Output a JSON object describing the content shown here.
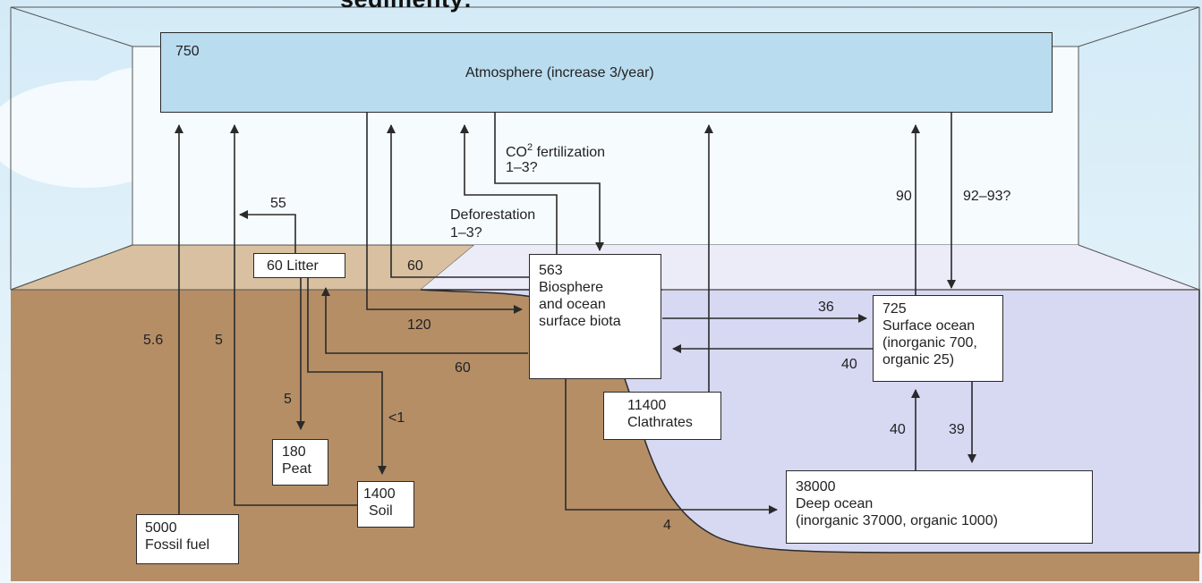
{
  "heading": "sedimenty:",
  "colors": {
    "sky": "#dff0f8",
    "land": "#b58e66",
    "ocean": "#d7d8f2",
    "atmosphere_box": "#b9dcef",
    "stroke": "#2a2a2a"
  },
  "boxes": {
    "atmosphere": {
      "value": "750",
      "label": "Atmosphere (increase 3/year)"
    },
    "litter": {
      "label": "60 Litter"
    },
    "biosphere": {
      "value": "563",
      "lines": [
        "Biosphere",
        "and ocean",
        "surface biota"
      ]
    },
    "surface_ocean": {
      "value": "725",
      "lines": [
        "Surface ocean",
        "(inorganic 700,",
        "organic 25)"
      ]
    },
    "clathrates": {
      "value": "11400",
      "label": "Clathrates"
    },
    "peat": {
      "value": "180",
      "label": "Peat"
    },
    "soil": {
      "value": "1400",
      "label": "Soil"
    },
    "fossil_fuel": {
      "value": "5000",
      "label": "Fossil fuel"
    },
    "deep_ocean": {
      "value": "38000",
      "label": "Deep ocean",
      "detail": "(inorganic 37000, organic 1000)"
    }
  },
  "flows": {
    "fossil_fuel_to_atm": "5.6",
    "soil_to_atm": "5",
    "litter_to_atm": "55",
    "biosphere_to_atm": "60",
    "co2_fertilization": {
      "prefix": "CO",
      "sup": "2",
      "suffix": " fertilization",
      "range": "1–3?"
    },
    "deforestation": {
      "label": "Deforestation",
      "range": "1–3?"
    },
    "atm_to_biosphere": "120",
    "biosphere_to_litter": "60",
    "litter_to_peat": "5",
    "litter_to_soil": "<1",
    "biosphere_to_surface_ocean": "36",
    "surface_ocean_to_biosphere": "40",
    "surface_ocean_to_atm": "90",
    "atm_to_surface_ocean": "92–93?",
    "deep_to_surface_ocean": "40",
    "surface_to_deep_ocean": "39",
    "biosphere_to_deep_ocean": "4"
  }
}
